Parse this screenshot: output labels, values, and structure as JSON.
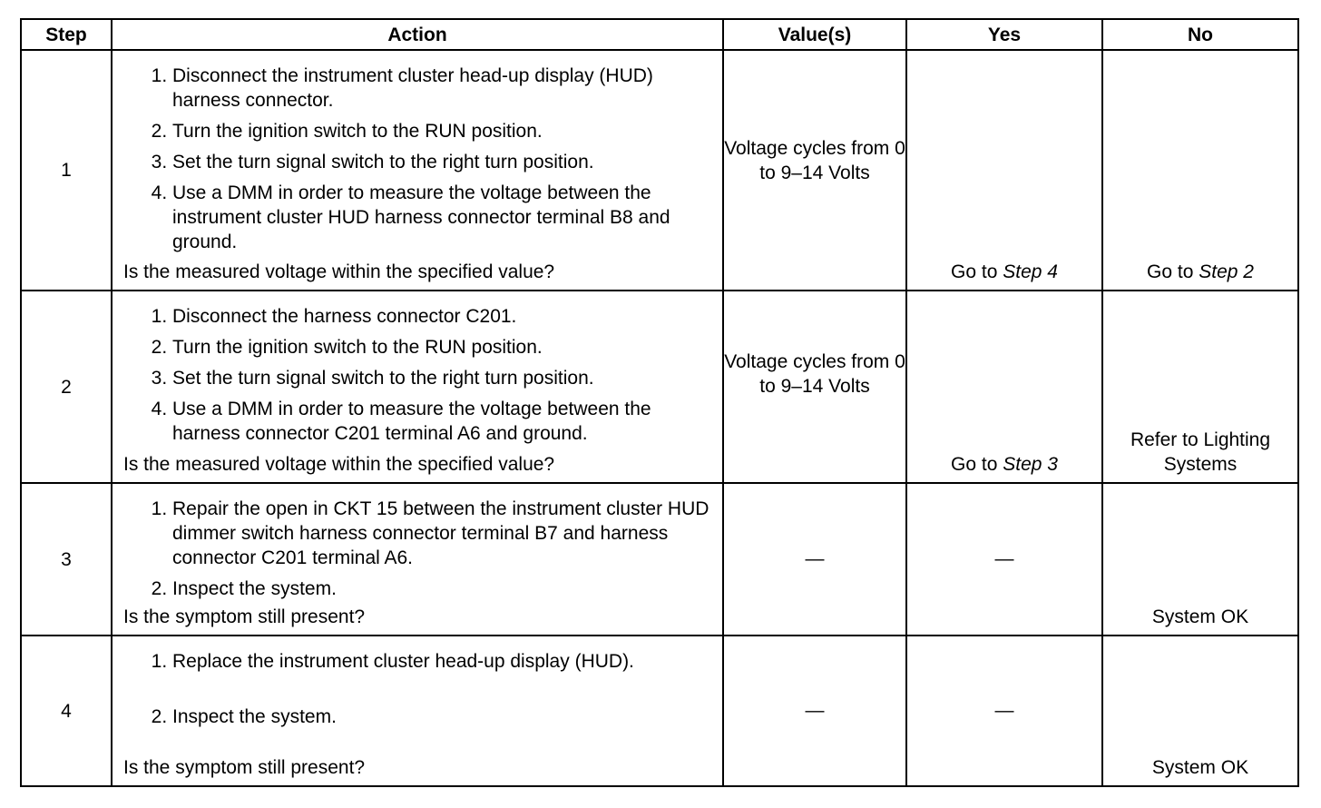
{
  "headers": {
    "step": "Step",
    "action": "Action",
    "values": "Value(s)",
    "yes": "Yes",
    "no": "No"
  },
  "rows": [
    {
      "step": "1",
      "items": [
        "Disconnect the instrument cluster head-up display (HUD) harness connector.",
        "Turn the ignition switch to the RUN position.",
        "Set the turn signal switch to the right turn position.",
        "Use a DMM in order to measure the voltage between the instrument cluster HUD harness connector terminal B8 and ground."
      ],
      "question": "Is the measured voltage within the specified value?",
      "value": "Voltage cycles from 0 to 9–14 Volts",
      "yes_prefix": "Go to ",
      "yes_ref": "Step 4",
      "no_prefix": "Go to ",
      "no_ref": "Step 2"
    },
    {
      "step": "2",
      "items": [
        "Disconnect the harness connector C201.",
        "Turn the ignition switch to the RUN position.",
        "Set the turn signal switch to the right turn position.",
        "Use a DMM in order to measure the voltage between the harness connector C201 terminal A6 and ground."
      ],
      "question": "Is the measured voltage within the specified value?",
      "value": "Voltage cycles from 0 to 9–14 Volts",
      "yes_prefix": "Go to ",
      "yes_ref": "Step 3",
      "no": "Refer to Lighting Systems"
    },
    {
      "step": "3",
      "items": [
        "Repair the open in CKT 15 between the instrument cluster HUD dimmer switch harness connector terminal B7 and harness connector C201 terminal A6.",
        "Inspect the system."
      ],
      "question": "Is the symptom still present?",
      "value": "—",
      "yes": "—",
      "no": "System OK"
    },
    {
      "step": "4",
      "items": [
        "Replace the instrument cluster head-up display (HUD).",
        "Inspect the system."
      ],
      "question": "Is the symptom still present?",
      "value": "—",
      "yes": "—",
      "no": "System OK"
    }
  ]
}
